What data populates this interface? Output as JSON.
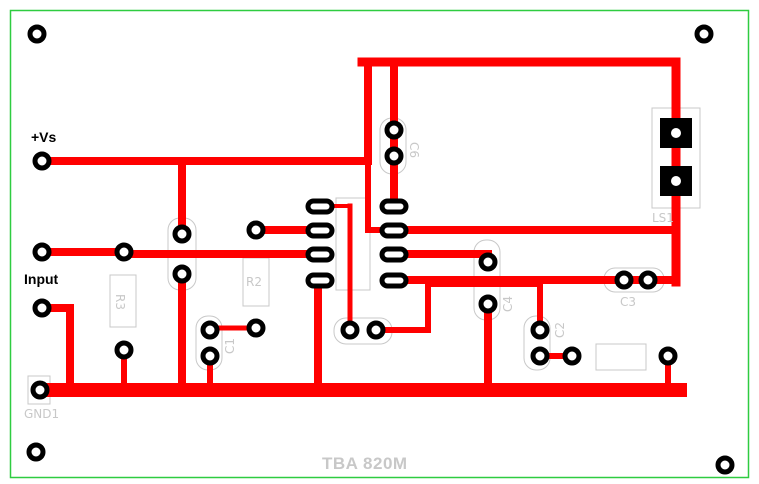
{
  "board": {
    "title": "TBA 820M",
    "outline_color": "#2ecc40",
    "trace_color": "#ff0000",
    "pad_color": "#000000",
    "silk_color": "#c8c8c8",
    "background_color": "#ffffff"
  },
  "net_labels": {
    "vs": "+Vs",
    "input": "Input"
  },
  "components": {
    "gnd": "GND1",
    "ls": "LS1",
    "r2": "R2",
    "r3": "R3",
    "c1": "C1",
    "c2": "C2",
    "c3": "C3",
    "c4": "C4",
    "c6": "C6"
  }
}
